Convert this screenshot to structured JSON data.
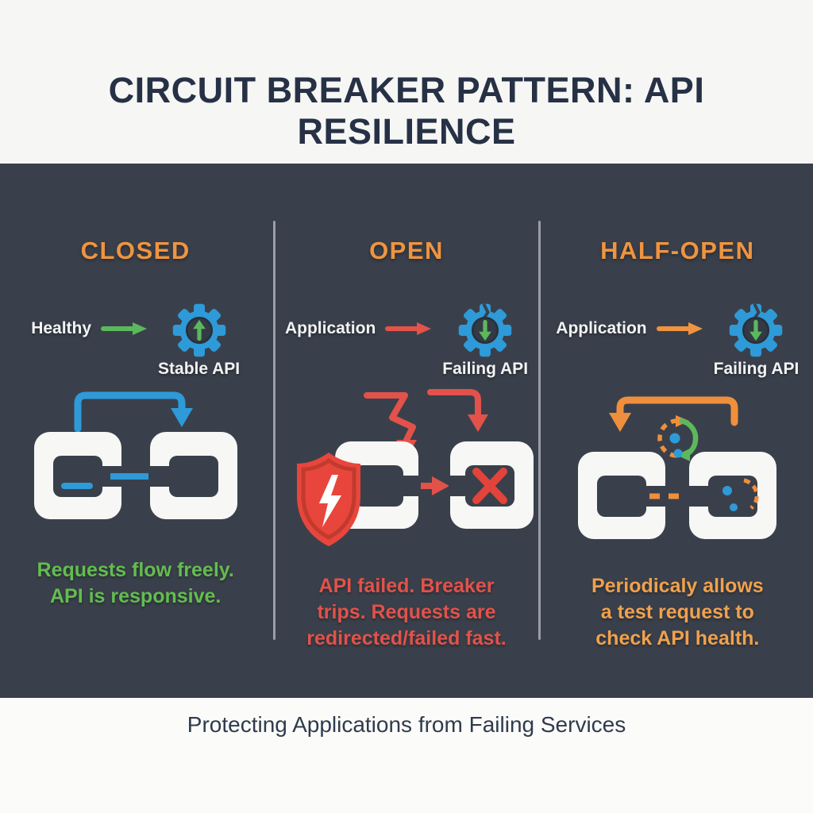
{
  "title_lines": [
    "CIRCUIT BREAKER PATTERN: API",
    "RESILIENCE"
  ],
  "footer": {
    "caption": "Protecting Applications from Failing Services"
  },
  "colors": {
    "background_dark": "#3a404b",
    "header_bg": "#f6f6f4",
    "footer_bg": "#fbfbf9",
    "accent_orange": "#ef9440",
    "accent_green": "#63bd4f",
    "accent_red": "#e4534a",
    "accent_blue": "#2e9ad8",
    "title_navy": "#273146",
    "text_light": "#f2f3f4",
    "divider_gray": "#a9aeb6"
  },
  "columns": [
    {
      "heading": "CLOSED",
      "actor_label": "Healthy",
      "api_label": "Stable API",
      "description_lines": [
        "Requests flow freely.",
        "API is responsive.",
        ""
      ]
    },
    {
      "heading": "OPEN",
      "actor_label": "Application",
      "api_label": "Failing API",
      "description_lines": [
        "API failed. Breaker",
        "trips. Requests are",
        "redirected/failed fast."
      ]
    },
    {
      "heading": "HALF-OPEN",
      "actor_label": "Application",
      "api_label": "Failing API",
      "description_lines": [
        "Periodicaly allows",
        "a test request to",
        "check API health."
      ]
    }
  ]
}
